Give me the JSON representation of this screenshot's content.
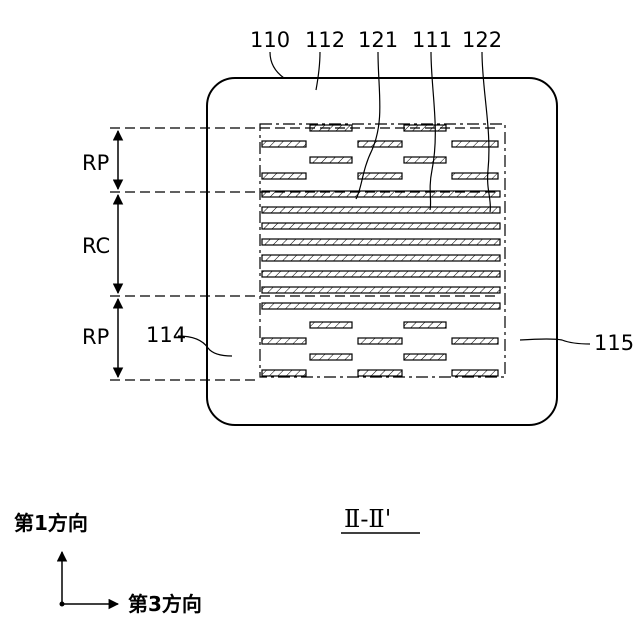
{
  "labels": {
    "l110": "110",
    "l112": "112",
    "l121": "121",
    "l111": "111",
    "l122": "122",
    "l114": "114",
    "l115": "115"
  },
  "regions": {
    "rp_top": "RP",
    "rc": "RC",
    "rp_bottom": "RP"
  },
  "section_label": "Ⅱ-Ⅱ'",
  "axes": {
    "first_direction": "第1方向",
    "third_direction": "第3方向"
  }
}
